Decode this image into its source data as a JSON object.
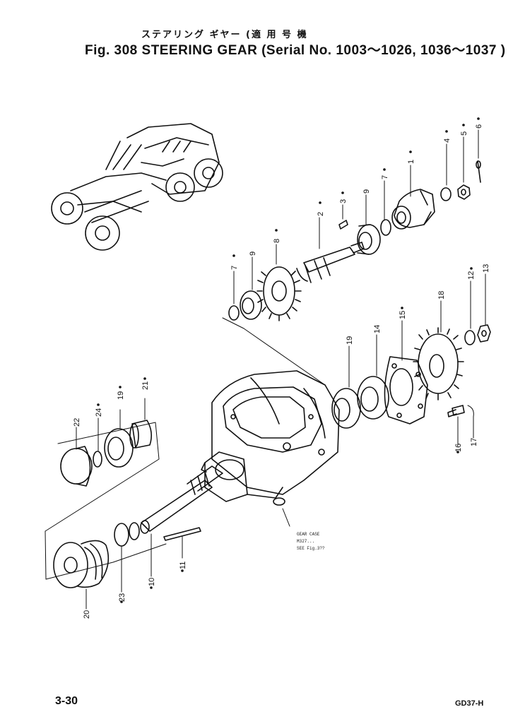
{
  "header": {
    "japanese_title": "ステアリング ギヤー (適 用 号 機",
    "figure_title": "Fig. 308 STEERING GEAR (Serial No. 1003～1026, 1036～1037 )"
  },
  "callouts": [
    {
      "num": "1"
    },
    {
      "num": "2"
    },
    {
      "num": "3"
    },
    {
      "num": "4"
    },
    {
      "num": "5"
    },
    {
      "num": "6"
    },
    {
      "num": "7"
    },
    {
      "num": "9"
    },
    {
      "num": "8"
    },
    {
      "num": "9"
    },
    {
      "num": "7"
    },
    {
      "num": "19"
    },
    {
      "num": "14"
    },
    {
      "num": "15"
    },
    {
      "num": "18"
    },
    {
      "num": "12"
    },
    {
      "num": "13"
    },
    {
      "num": "16"
    },
    {
      "num": "17"
    },
    {
      "num": "21"
    },
    {
      "num": "19"
    },
    {
      "num": "24"
    },
    {
      "num": "22"
    },
    {
      "num": "11"
    },
    {
      "num": "10"
    },
    {
      "num": "23"
    },
    {
      "num": "20"
    }
  ],
  "gear_case_note": [
    "GEAR CASE",
    "M327...",
    "SEE Fig.3??"
  ],
  "footer": {
    "page_number": "3-30",
    "model_code": "GD37-H"
  }
}
